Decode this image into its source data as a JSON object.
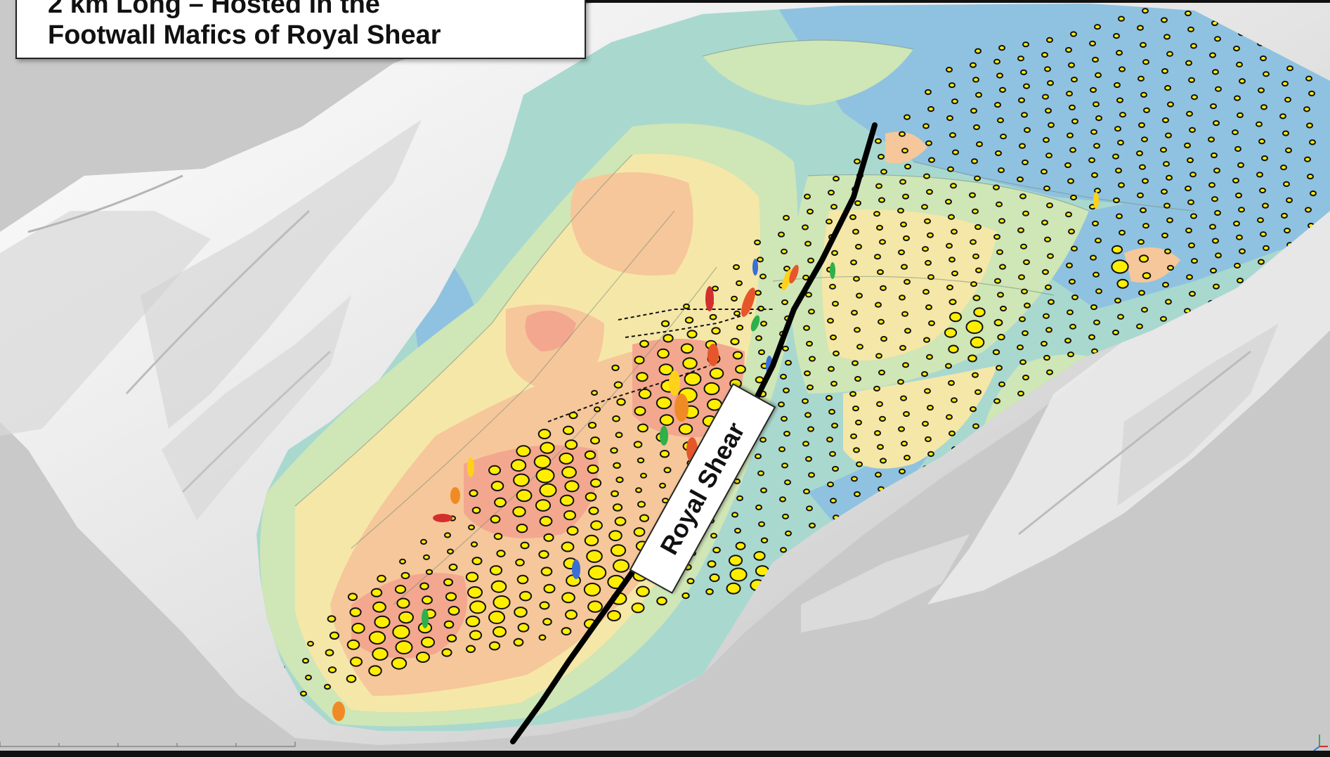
{
  "title": {
    "line1": "2 km Long – Hosted in the",
    "line2": "Footwall Mafics of Royal Shear"
  },
  "shear_label": "Royal Shear",
  "colors": {
    "background": "#c9c9c9",
    "terrain": "#f4f4f4",
    "contour_high": "#f3a78f",
    "contour_mid_high": "#f6c79a",
    "contour_mid": "#f5e7a8",
    "contour_low": "#cfe6b6",
    "contour_lower": "#a9d8cf",
    "contour_lowest": "#8fc2e0",
    "sample_fill": "#ffee00",
    "sample_stroke": "#111111",
    "shear_line": "#000000"
  },
  "icons": [
    "scale-bar-icon",
    "axis-triad-icon"
  ]
}
